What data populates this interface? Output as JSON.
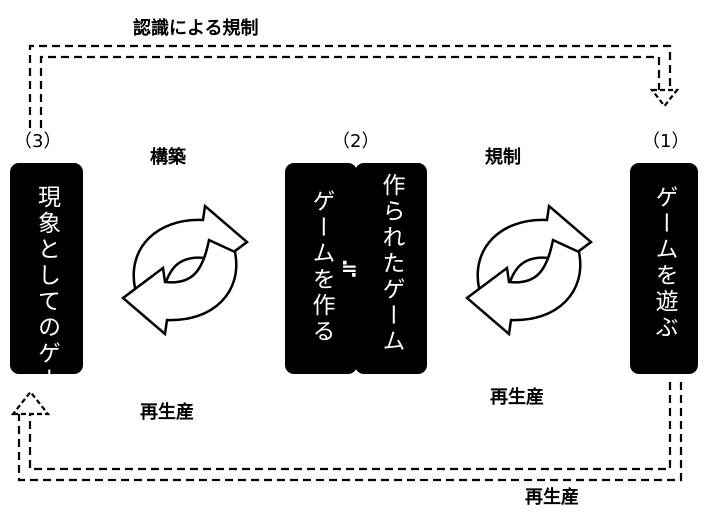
{
  "top_label": "認識による規制",
  "bottom_label": "再生産",
  "stages": [
    {
      "number": "（3）",
      "text_lines": [
        "現象としての",
        "ゲーム全体"
      ]
    },
    {
      "number": "（2）",
      "left_text": "ゲームを作る",
      "right_text": "作られたゲーム",
      "relation": "≒"
    },
    {
      "number": "（1）",
      "text": "ゲームを遊ぶ"
    }
  ],
  "cycles": [
    {
      "label": "構築",
      "sublabel": "再生産"
    },
    {
      "label": "規制",
      "sublabel": "再生産"
    }
  ],
  "colors": {
    "box": "#000000",
    "arrow_stroke": "#000000",
    "arrow_fill": "#ffffff"
  }
}
